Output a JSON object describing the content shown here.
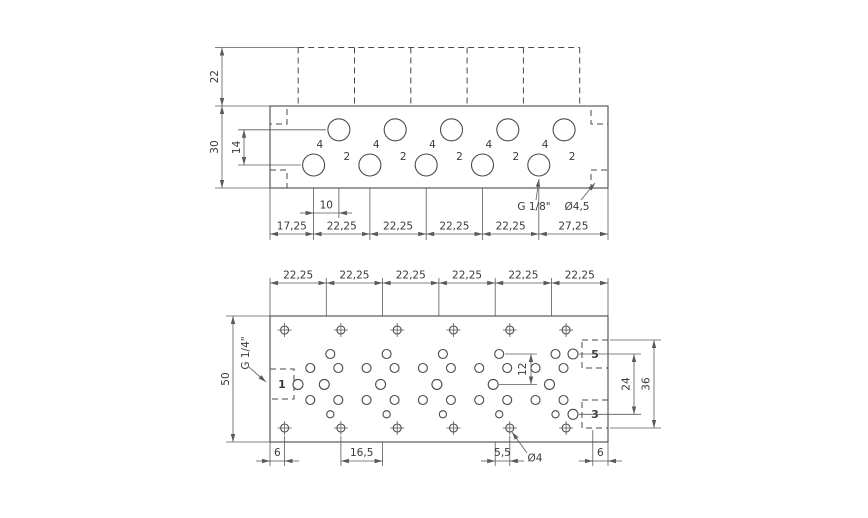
{
  "meta": {
    "background": "#ffffff",
    "line_color": "#4a4a4a",
    "text_color": "#3a3a3a"
  },
  "top_view": {
    "port_top_label": "4",
    "port_bottom_label": "2",
    "dims": {
      "height_valve": "22",
      "height_plate": "30",
      "row_offset_v": "14",
      "row_offset_h": "10",
      "thread": "G 1/8\"",
      "hole_dia": "Ø4,5",
      "chain": [
        "17,25",
        "22,25",
        "22,25",
        "22,25",
        "22,25",
        "27,25"
      ]
    }
  },
  "bottom_view": {
    "port_labels": {
      "p1": "1",
      "p5": "5",
      "p3": "3"
    },
    "dims": {
      "chain": [
        "22,25",
        "22,25",
        "22,25",
        "22,25",
        "22,25",
        "22,25"
      ],
      "thread": "G 1/4\"",
      "height_plate": "50",
      "port_offset": "12",
      "port_span": "24",
      "notch_span": "36",
      "edge_left": "6",
      "bolt_to_center": "16,5",
      "center_to_bolt": "5,5",
      "bolt_dia": "Ø4",
      "edge_right": "6"
    }
  }
}
